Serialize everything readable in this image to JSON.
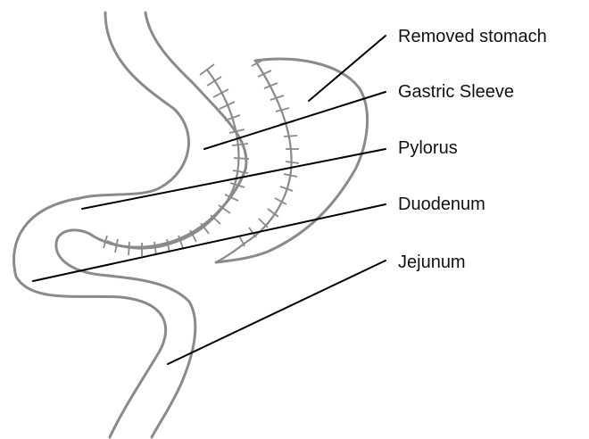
{
  "labels": {
    "removed_stomach": "Removed stomach",
    "gastric_sleeve": "Gastric Sleeve",
    "pylorus": "Pylorus",
    "duodenum": "Duodenum",
    "jejunum": "Jejunum"
  },
  "colors": {
    "outline": "#8a8a8a",
    "leader": "#000000",
    "text": "#111111",
    "background": "#ffffff"
  }
}
